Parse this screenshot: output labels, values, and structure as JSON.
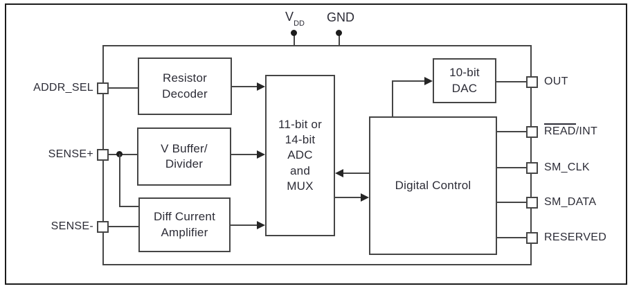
{
  "diagram": {
    "title_semantics": "chip functional block diagram",
    "colors": {
      "frame": "#1c1c1c",
      "line": "#454545",
      "text": "#2c2c36",
      "background": "#ffffff"
    },
    "top_pins": {
      "vdd": {
        "main": "V",
        "sub": "DD"
      },
      "gnd": {
        "label": "GND"
      }
    },
    "left_pins": [
      {
        "label": "ADDR_SEL"
      },
      {
        "label": "SENSE+"
      },
      {
        "label": "SENSE-"
      }
    ],
    "right_pins": [
      {
        "label": "OUT"
      },
      {
        "label_overline": "READ",
        "label_rest": "/INT"
      },
      {
        "label": "SM_CLK"
      },
      {
        "label": "SM_DATA"
      },
      {
        "label": "RESERVED"
      }
    ],
    "blocks": [
      {
        "label": "Resistor\nDecoder"
      },
      {
        "label": "V Buffer/\nDivider"
      },
      {
        "label": "Diff Current\nAmplifier"
      },
      {
        "label": "11-bit or\n14-bit\nADC\nand\nMUX"
      },
      {
        "label": "Digital Control"
      },
      {
        "label": "10-bit\nDAC"
      }
    ]
  }
}
